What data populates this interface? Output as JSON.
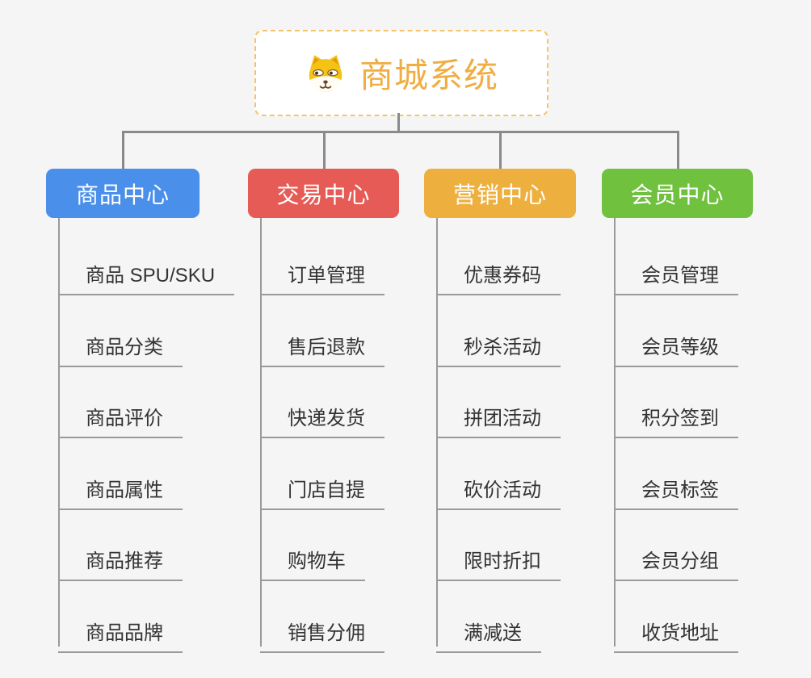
{
  "canvas": {
    "background": "#f5f5f5",
    "connector_color": "#8a8a8a",
    "child_line_color": "#9a9a9a",
    "child_text_color": "#333333"
  },
  "root": {
    "label": "商城系统",
    "icon": "dog-face-icon",
    "text_color": "#f0ad42",
    "border_color": "#f6c36b",
    "background": "#ffffff"
  },
  "branches": [
    {
      "label": "商品中心",
      "color": "#4a8fea",
      "children": [
        "商品 SPU/SKU",
        "商品分类",
        "商品评价",
        "商品属性",
        "商品推荐",
        "商品品牌"
      ]
    },
    {
      "label": "交易中心",
      "color": "#e65b56",
      "children": [
        "订单管理",
        "售后退款",
        "快递发货",
        "门店自提",
        "购物车",
        "销售分佣"
      ]
    },
    {
      "label": "营销中心",
      "color": "#edb03e",
      "children": [
        "优惠券码",
        "秒杀活动",
        "拼团活动",
        "砍价活动",
        "限时折扣",
        "满减送"
      ]
    },
    {
      "label": "会员中心",
      "color": "#6fc13e",
      "children": [
        "会员管理",
        "会员等级",
        "积分签到",
        "会员标签",
        "会员分组",
        "收货地址"
      ]
    }
  ]
}
